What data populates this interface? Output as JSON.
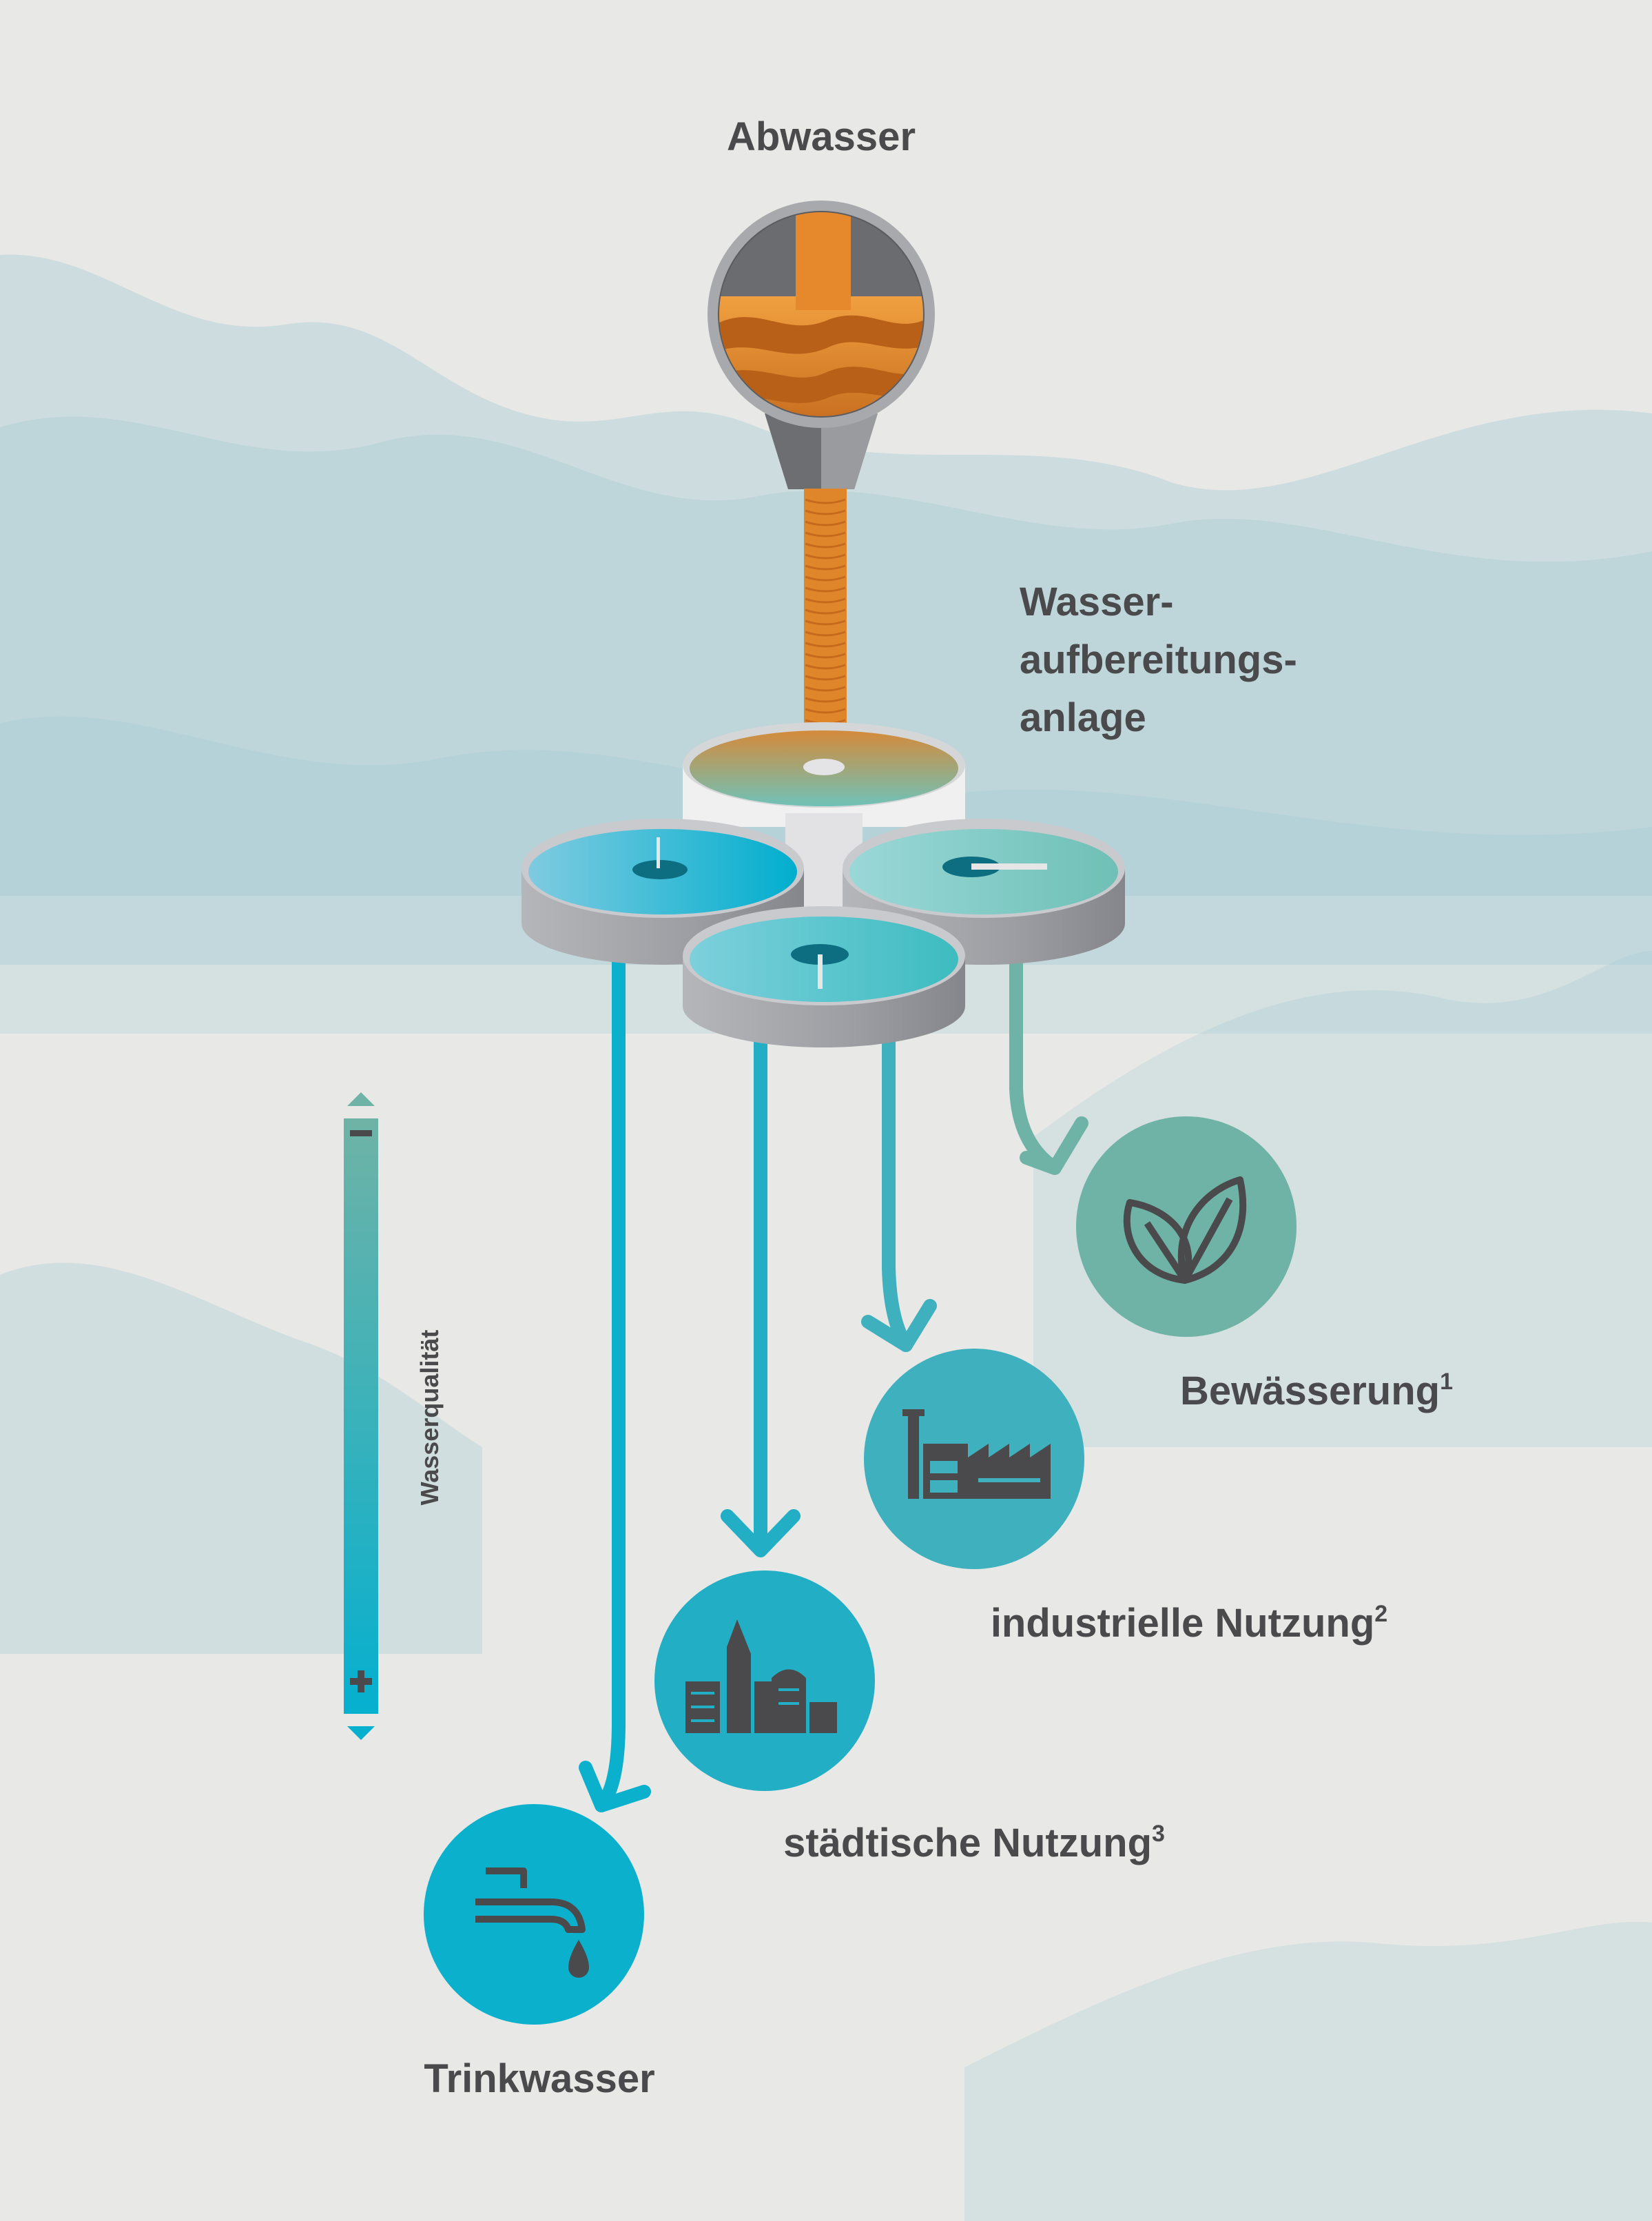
{
  "title": "Abwasser",
  "plant_label": [
    "Wasser-",
    "aufbereitungs-",
    "anlage"
  ],
  "quality_scale": {
    "label": "Wasserqualität",
    "low_symbol": "−",
    "high_symbol": "+"
  },
  "uses": [
    {
      "label": "Bewässerung",
      "sup": "1",
      "icon": "leaves-icon",
      "color": "#6fb3a6"
    },
    {
      "label": "industrielle Nutzung",
      "sup": "2",
      "icon": "factory-icon",
      "color": "#3fb0bd"
    },
    {
      "label": "städtische Nutzung",
      "sup": "3",
      "icon": "city-icon",
      "color": "#22afc5"
    },
    {
      "label": "Trinkwasser",
      "sup": "",
      "icon": "faucet-icon",
      "color": "#0bb0cc"
    }
  ],
  "colors": {
    "background": "#e8e8e6",
    "text": "#4a4a4c",
    "sewage": "#e0862a",
    "mountains": "#9cc8d2"
  }
}
